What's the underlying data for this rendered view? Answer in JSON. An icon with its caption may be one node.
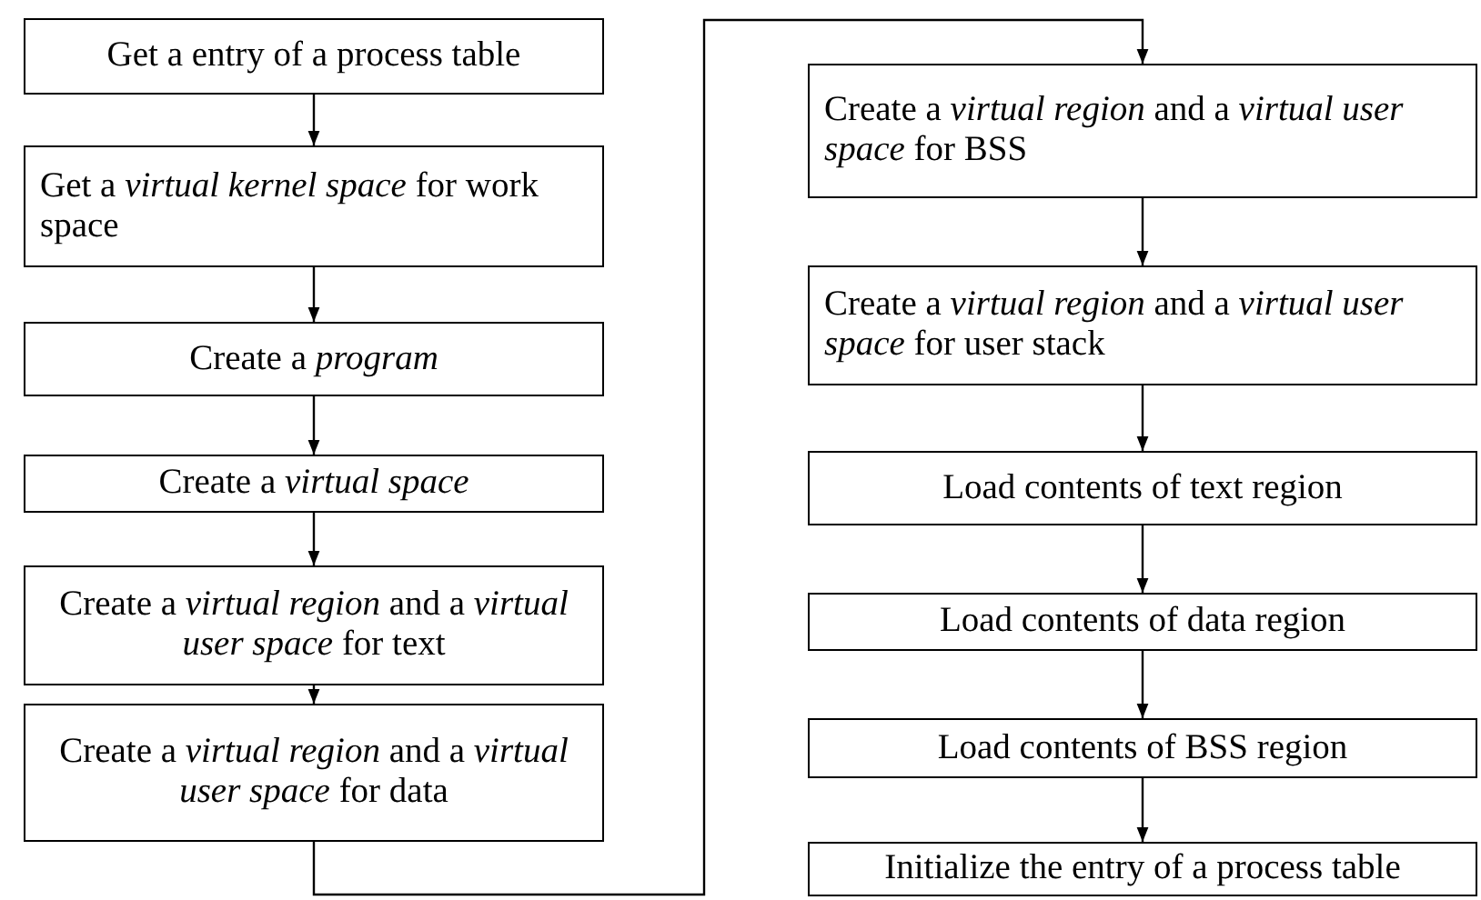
{
  "diagram": {
    "nodes": [
      {
        "text": [
          "Get a entry of a process table"
        ]
      },
      {
        "text": [
          "Get a *virtual kernel space* for work space"
        ]
      },
      {
        "text": [
          "Create a *program*"
        ]
      },
      {
        "text": [
          "Create a *virtual space*"
        ]
      },
      {
        "text": [
          "Create a *virtual region* and a *virtual user space* for text"
        ]
      },
      {
        "text": [
          "Create a *virtual region* and a *virtual user space* for data"
        ]
      },
      {
        "text": [
          "Create a *virtual region* and a *virtual user space* for BSS"
        ]
      },
      {
        "text": [
          "Create a *virtual region* and a *virtual user space* for user stack"
        ]
      },
      {
        "text": [
          "Load contents of text region"
        ]
      },
      {
        "text": [
          "Load contents of data region"
        ]
      },
      {
        "text": [
          "Load contents of BSS region"
        ]
      },
      {
        "text": [
          "Initialize the entry of a process table"
        ]
      }
    ],
    "edges": [
      {
        "from": 0,
        "to": 1,
        "arrow": "to"
      },
      {
        "from": 1,
        "to": 2,
        "arrow": "to"
      },
      {
        "from": 2,
        "to": 3,
        "arrow": "to"
      },
      {
        "from": 3,
        "to": 4,
        "arrow": "to"
      },
      {
        "from": 4,
        "to": 5,
        "arrow": "to"
      },
      {
        "from": 5,
        "to": 6,
        "arrow": "to"
      },
      {
        "from": 6,
        "to": 7,
        "arrow": "to"
      },
      {
        "from": 7,
        "to": 8,
        "arrow": "to"
      },
      {
        "from": 8,
        "to": 9,
        "arrow": "to"
      },
      {
        "from": 9,
        "to": 10,
        "arrow": "to"
      },
      {
        "from": 10,
        "to": 11,
        "arrow": "to"
      }
    ]
  }
}
